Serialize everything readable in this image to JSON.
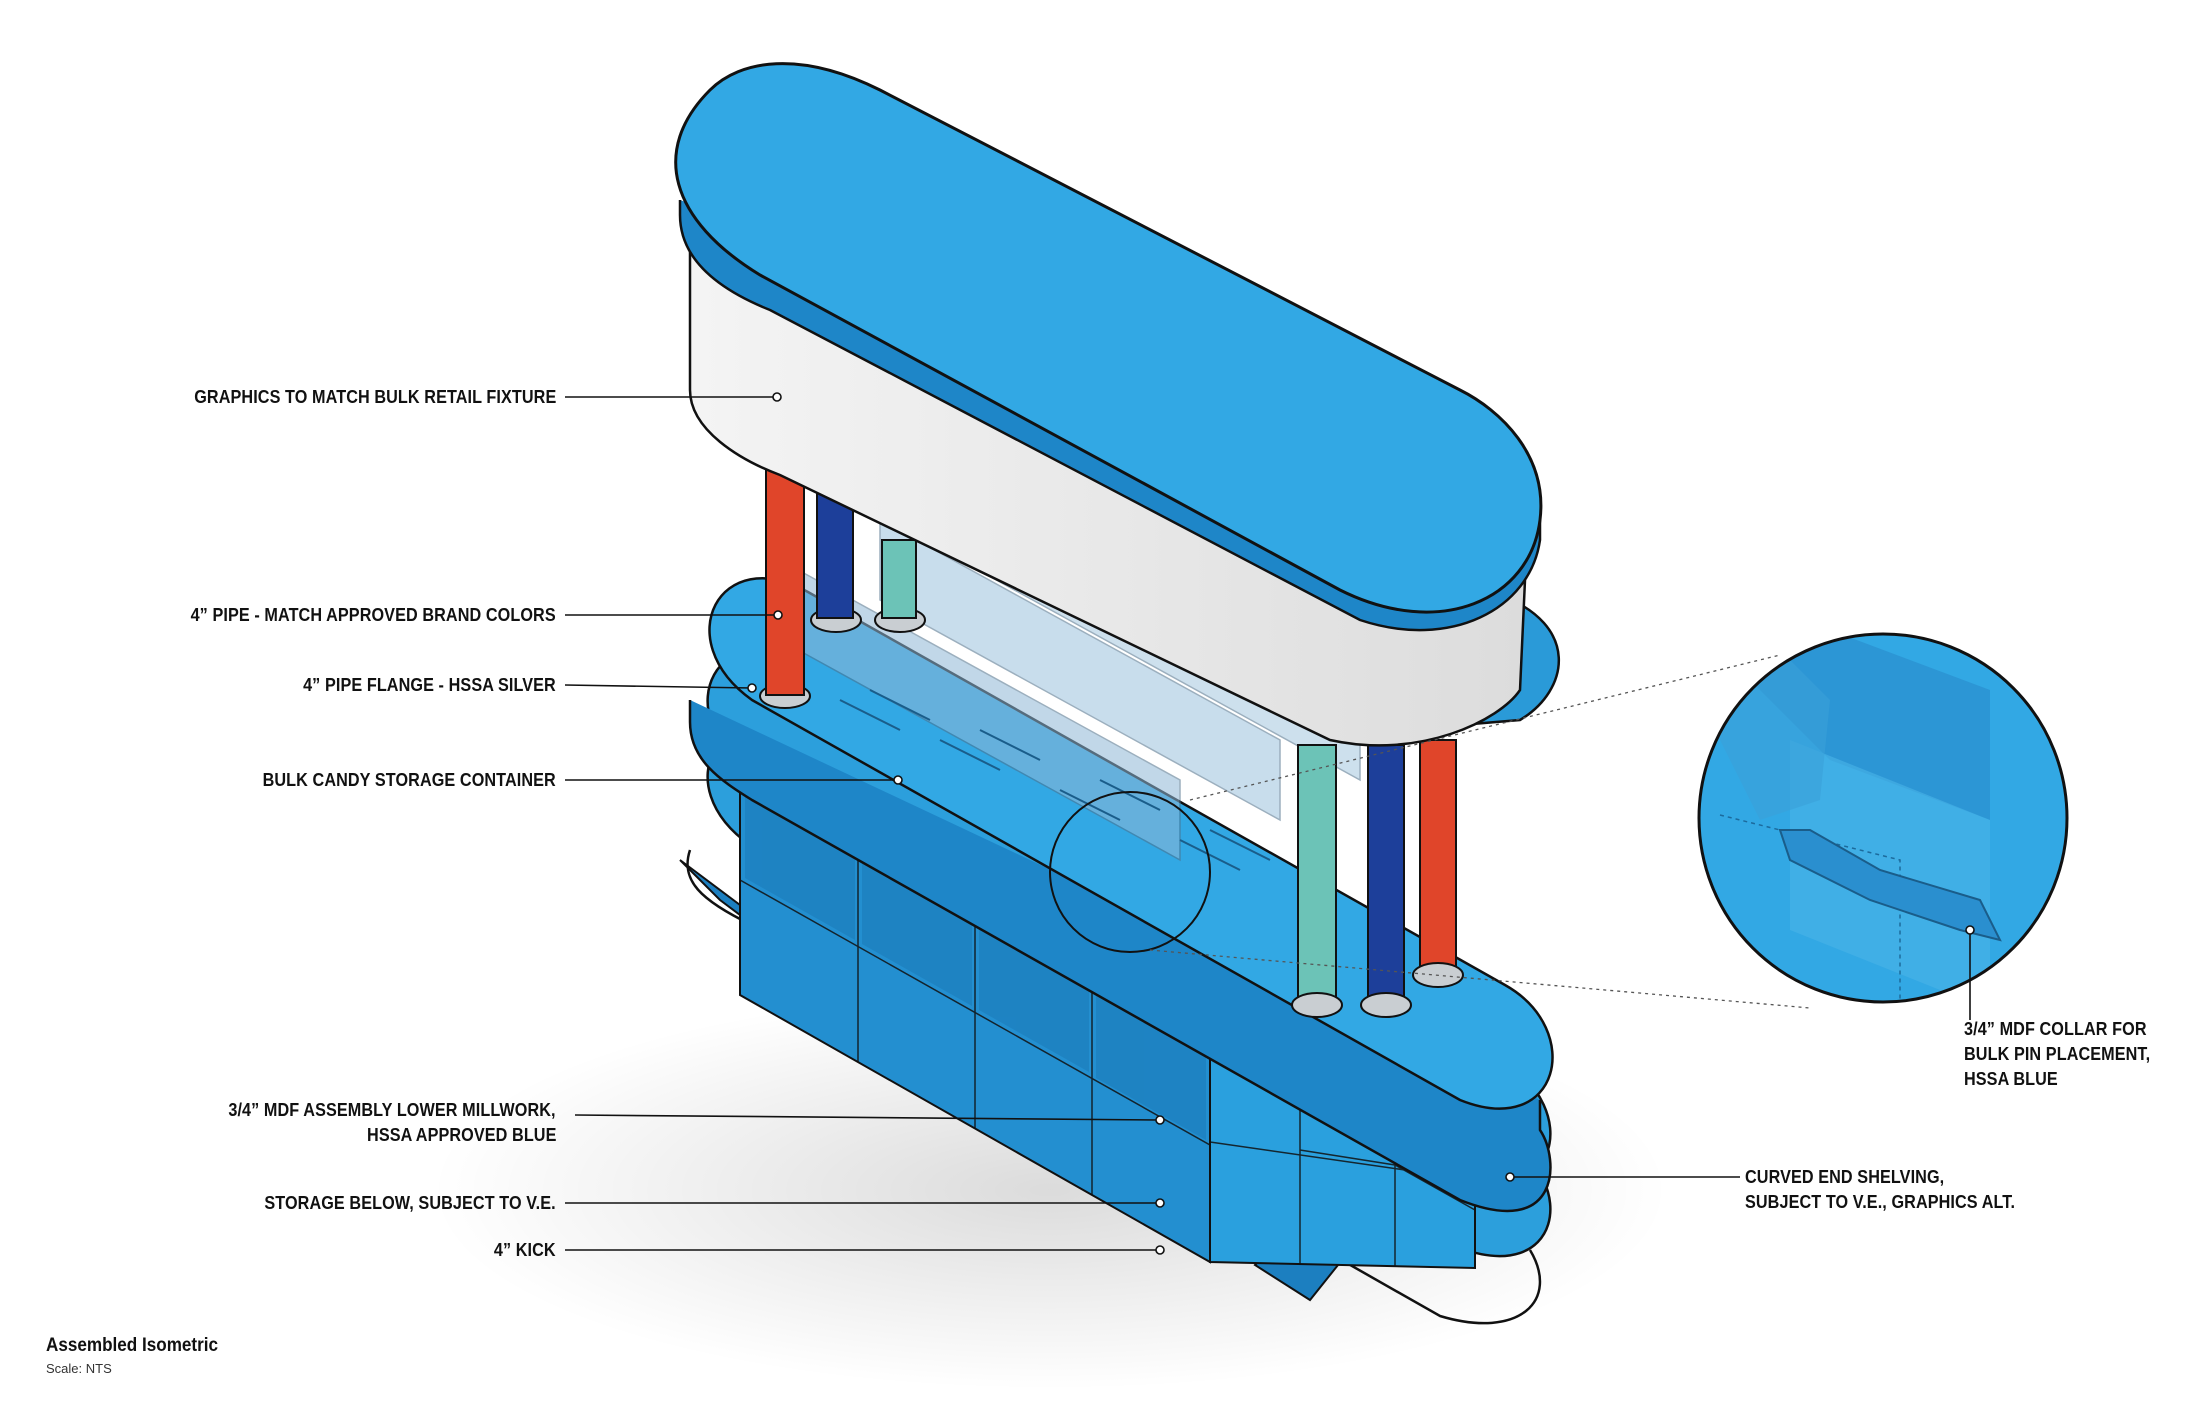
{
  "colors": {
    "fixture_blue": "#2fa6e2",
    "pipe_red": "#e0452a",
    "pipe_navy": "#1d3f9a",
    "pipe_teal": "#6cc3b7",
    "flange_silver": "#c9ced2",
    "wrap_white": "#f2f2f2",
    "outline": "#111111"
  },
  "labels": {
    "graphics": "GRAPHICS TO MATCH BULK RETAIL FIXTURE",
    "pipe": "4” PIPE - MATCH APPROVED BRAND COLORS",
    "flange": "4” PIPE FLANGE - HSSA SILVER",
    "container": "BULK CANDY STORAGE CONTAINER",
    "millwork_1": "3/4” MDF ASSEMBLY LOWER MILLWORK,",
    "millwork_2": "HSSA APPROVED BLUE",
    "storage": "STORAGE BELOW, SUBJECT TO V.E.",
    "kick": "4” KICK",
    "collar_1": "3/4” MDF COLLAR FOR",
    "collar_2": "BULK PIN PLACEMENT,",
    "collar_3": "HSSA BLUE",
    "curved_1": "CURVED END SHELVING,",
    "curved_2": "SUBJECT TO V.E., GRAPHICS ALT."
  },
  "caption": {
    "title": "Assembled Isometric",
    "scale": "Scale: NTS"
  }
}
